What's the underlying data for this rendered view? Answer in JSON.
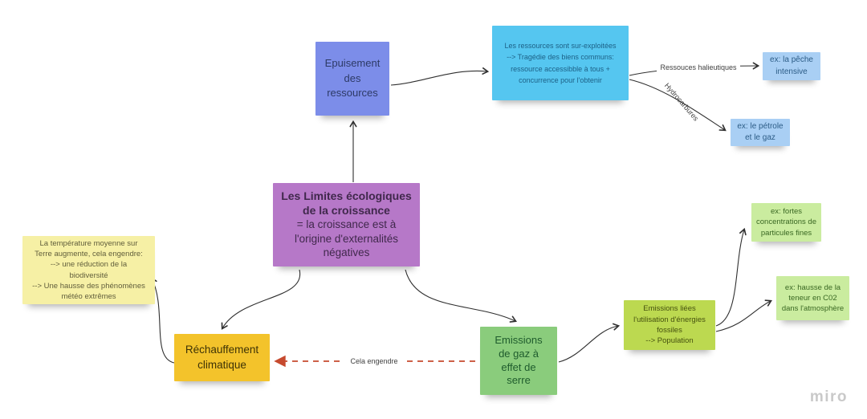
{
  "watermark": "miro",
  "notes": {
    "depletion": {
      "text": "Epuisement\ndes\nressources",
      "color": "#7c8de9"
    },
    "overexploited": {
      "text": "Les ressources sont sur-exploitées\n--> Tragédie des biens communs:\nressource accessibble à tous +\nconcurrence pour l'obtenir",
      "color": "#55c6f0"
    },
    "fishing": {
      "text": "ex: la pêche\nintensive",
      "color": "#a9cff4"
    },
    "oil_gas": {
      "text": "ex: le pétrole\net le gaz",
      "color": "#a9cff4"
    },
    "central": {
      "title": "Les Limites écologiques\nde la croissance",
      "body": "= la croissance est à\nl'origine d'externalités\nnégatives",
      "color": "#b678c8"
    },
    "temperature": {
      "text": "La température moyenne sur\nTerre augmente, cela engendre:\n--> une réduction de la\nbiodiversité\n--> Une hausse des phénomènes\nmétéo extrêmes",
      "color": "#f6f0a5"
    },
    "warming": {
      "text": "Réchauffement\nclimatique",
      "color": "#f3c32b"
    },
    "ghg": {
      "text": "Emissions\nde gaz à\neffet de\nserre",
      "color": "#8acc7c"
    },
    "fossil": {
      "text": "Emissions liées\nl'utilisation d'énergies\nfossiles\n--> Population",
      "color": "#bcd950"
    },
    "particles": {
      "text": "ex: fortes\nconcentrations de\nparticules fines",
      "color": "#caec9f"
    },
    "co2": {
      "text": "ex: hausse de la\nteneur en C02\ndans l'atmosphère",
      "color": "#caec9f"
    }
  },
  "connector_labels": {
    "halieutiques": "Ressouces halieutiques",
    "hydrocarbures": "Hydrocarbures",
    "cela_engendre": "Cela engendre"
  },
  "colors": {
    "connector_stroke": "#2f2f2f",
    "dashed_arrow_red": "#c64a2e",
    "watermark_gray": "#c9c9c9",
    "background": "#ffffff"
  }
}
